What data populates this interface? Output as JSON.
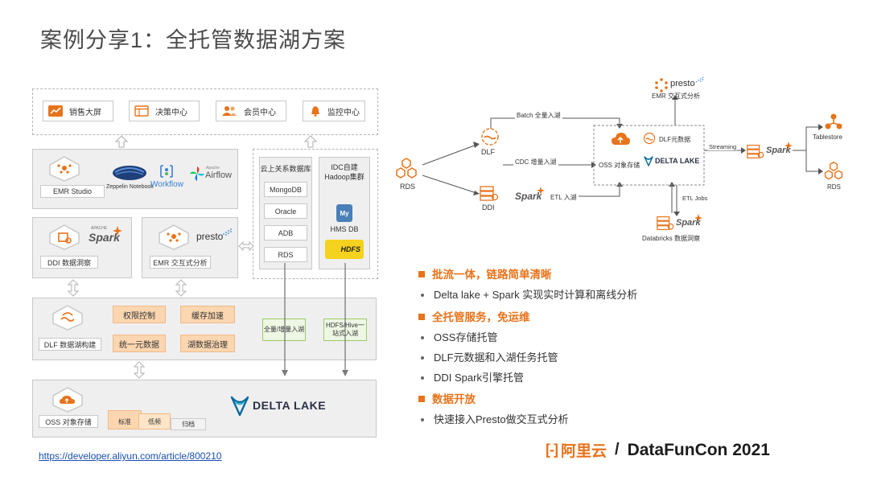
{
  "title": "案例分享1：全托管数据湖方案",
  "left": {
    "apps": [
      "销售大屏",
      "决策中心",
      "会员中心",
      "监控中心"
    ],
    "emr_studio": {
      "label": "EMR Studio",
      "zeppelin": "Zeppelin Notebook",
      "workflow": "Workflow",
      "airflow": "Airflow",
      "apache": "Apache"
    },
    "ddi": {
      "label": "DDI 数据洞察",
      "spark": "Spark",
      "apache": "APACHE"
    },
    "emr_olap": {
      "label": "EMR 交互式分析",
      "presto": "presto"
    },
    "cloud_db": {
      "title": "云上关系数据库",
      "items": [
        "MongoDB",
        "Oracle",
        "ADB",
        "RDS"
      ]
    },
    "idc": {
      "title": "IDC自建Hadoop集群",
      "hms": "HMS DB",
      "hdfs": "HDFS",
      "my": "My"
    },
    "dlf": {
      "label": "DLF 数据湖构建",
      "features": [
        "权限控制",
        "缓存加速",
        "统一元数据",
        "湖数据治理"
      ]
    },
    "ingest": [
      "全量/增量入湖",
      "HDFS/Hive一站式入湖"
    ],
    "oss": {
      "label": "OSS 对象存储",
      "tiers": [
        "标准",
        "低频",
        "归档"
      ]
    },
    "delta": "DELTA LAKE"
  },
  "link": "https://developer.aliyun.com/article/800210",
  "right": {
    "rds": "RDS",
    "dlf": "DLF",
    "ddi": "DDI",
    "spark": "Spark",
    "presto": "presto",
    "emr": "EMR 交互式分析",
    "batch": "Batch 全量入湖",
    "cdc": "CDC 增量入湖",
    "etl": "ETL 入湖",
    "oss": "OSS 对象存储",
    "dlf_meta": "DLF元数据",
    "delta": "DELTA LAKE",
    "streaming": "Streaming",
    "etl_jobs": "ETL Jobs",
    "databricks": "Databricks 数据洞察",
    "tablestore": "Tablestore",
    "rds2": "RDS"
  },
  "bullets": [
    {
      "type": "head",
      "text": "批流一体，链路简单清晰"
    },
    {
      "type": "item",
      "text": "Delta lake + Spark 实现实时计算和离线分析"
    },
    {
      "type": "head",
      "text": "全托管服务，免运维"
    },
    {
      "type": "item",
      "text": "OSS存储托管"
    },
    {
      "type": "item",
      "text": "DLF元数据和入湖任务托管"
    },
    {
      "type": "item",
      "text": "DDI Spark引擎托管"
    },
    {
      "type": "head",
      "text": "数据开放"
    },
    {
      "type": "item",
      "text": "快速接入Presto做交互式分析"
    }
  ],
  "footer": {
    "aliyun": "阿里云",
    "sep": "/",
    "brand": "DataFunCon 2021",
    "logo_mark": "[-]"
  },
  "colors": {
    "accent": "#e8731b",
    "orange_fill": "#fbd6b0",
    "link": "#1a4fb0"
  }
}
